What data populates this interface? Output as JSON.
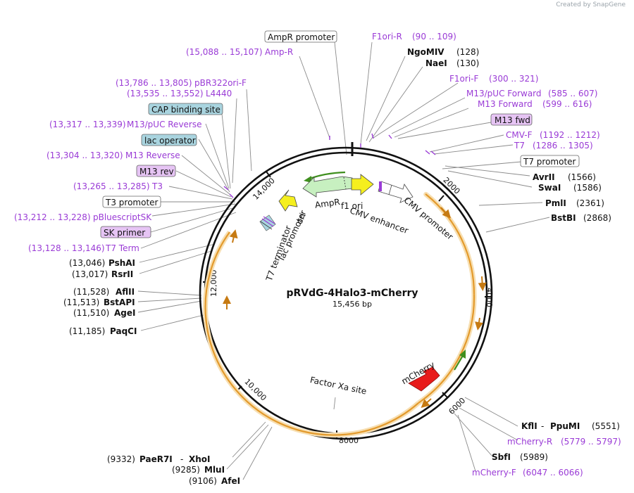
{
  "credit": "Created by SnapGene",
  "plasmid": {
    "name": "pRVdG-4Halo3-mCherry",
    "size": "15,456 bp"
  },
  "scale_ticks": [
    "2000",
    "4000",
    "6000",
    "8000",
    "10,000",
    "12,000",
    "14,000"
  ],
  "inner_labels": {
    "ampr": "AmpR",
    "ori": "ori",
    "f1_ori": "f1 ori",
    "cmv_enhancer": "CMV enhancer",
    "cmv_promoter": "CMV promoter",
    "lac_promoter": "lac promoter",
    "t7_terminator": "T7 terminator",
    "mcherry": "mCherry",
    "factor_xa": "Factor Xa site"
  },
  "left_labels": [
    {
      "name": "Amp-R",
      "pos": "(15,088 .. 15,107)",
      "kind": "feature"
    },
    {
      "name": "pBR322ori-F",
      "pos": "(13,786 .. 13,805)",
      "kind": "feature"
    },
    {
      "name": "L4440",
      "pos": "(13,535 .. 13,552)",
      "kind": "feature"
    },
    {
      "name": "CAP binding site",
      "pos": "",
      "kind": "box-blue"
    },
    {
      "name": "M13/pUC Reverse",
      "pos": "(13,317 .. 13,339)",
      "kind": "feature"
    },
    {
      "name": "lac operator",
      "pos": "",
      "kind": "box-blue"
    },
    {
      "name": "M13 Reverse",
      "pos": "(13,304 .. 13,320)",
      "kind": "feature"
    },
    {
      "name": "M13 rev",
      "pos": "",
      "kind": "box-purple"
    },
    {
      "name": "T3",
      "pos": "(13,265 .. 13,285)",
      "kind": "feature"
    },
    {
      "name": "T3 promoter",
      "pos": "",
      "kind": "box-white"
    },
    {
      "name": "pBluescriptSK",
      "pos": "(13,212 .. 13,228)",
      "kind": "feature"
    },
    {
      "name": "SK primer",
      "pos": "",
      "kind": "box-purple"
    },
    {
      "name": "T7 Term",
      "pos": "(13,128 .. 13,146)",
      "kind": "feature"
    },
    {
      "name": "PshAI",
      "pos": "(13,046)",
      "kind": "enzyme"
    },
    {
      "name": "RsrII",
      "pos": "(13,017)",
      "kind": "enzyme"
    },
    {
      "name": "AflII",
      "pos": "(11,528)",
      "kind": "enzyme"
    },
    {
      "name": "BstAPI",
      "pos": "(11,513)",
      "kind": "enzyme"
    },
    {
      "name": "AgeI",
      "pos": "(11,510)",
      "kind": "enzyme"
    },
    {
      "name": "PaqCI",
      "pos": "(11,185)",
      "kind": "enzyme"
    },
    {
      "name": "PaeR7I",
      "pos": "(9332)",
      "kind": "enzyme"
    },
    {
      "name": "XhoI",
      "pos": "",
      "kind": "enzyme"
    },
    {
      "name": "MluI",
      "pos": "(9285)",
      "kind": "enzyme"
    },
    {
      "name": "AfeI",
      "pos": "(9106)",
      "kind": "enzyme"
    }
  ],
  "right_labels": [
    {
      "name": "AmpR promoter",
      "pos": "",
      "kind": "box-white"
    },
    {
      "name": "F1ori-R",
      "pos": "(90 .. 109)",
      "kind": "feature"
    },
    {
      "name": "NgoMIV",
      "pos": "(128)",
      "kind": "enzyme"
    },
    {
      "name": "NaeI",
      "pos": "(130)",
      "kind": "enzyme"
    },
    {
      "name": "F1ori-F",
      "pos": "(300 .. 321)",
      "kind": "feature"
    },
    {
      "name": "M13/pUC Forward",
      "pos": "(585 .. 607)",
      "kind": "feature"
    },
    {
      "name": "M13 Forward",
      "pos": "(599 .. 616)",
      "kind": "feature"
    },
    {
      "name": "M13 fwd",
      "pos": "",
      "kind": "box-purple"
    },
    {
      "name": "CMV-F",
      "pos": "(1192 .. 1212)",
      "kind": "feature"
    },
    {
      "name": "T7",
      "pos": "(1286 .. 1305)",
      "kind": "feature"
    },
    {
      "name": "T7 promoter",
      "pos": "",
      "kind": "box-white"
    },
    {
      "name": "AvrII",
      "pos": "(1566)",
      "kind": "enzyme"
    },
    {
      "name": "SwaI",
      "pos": "(1586)",
      "kind": "enzyme"
    },
    {
      "name": "PmlI",
      "pos": "(2361)",
      "kind": "enzyme"
    },
    {
      "name": "BstBI",
      "pos": "(2868)",
      "kind": "enzyme"
    },
    {
      "name": "KflI",
      "pos": "",
      "kind": "enzyme"
    },
    {
      "name": "PpuMI",
      "pos": "(5551)",
      "kind": "enzyme"
    },
    {
      "name": "mCherry-R",
      "pos": "(5779 .. 5797)",
      "kind": "feature"
    },
    {
      "name": "SbfI",
      "pos": "(5989)",
      "kind": "enzyme"
    },
    {
      "name": "mCherry-F",
      "pos": "(6047 .. 6066)",
      "kind": "feature"
    }
  ],
  "colors": {
    "feature_text": "#9a3bd6",
    "enzyme_text": "#111111",
    "orange_arc": "#e39a2c",
    "orange_glow": "#f7dfb2",
    "ampr_fill": "#c7f0c0",
    "yellow": "#f5ef1e",
    "red": "#e81b1b",
    "green_arrow": "#3f8f1e",
    "box_blue": "#a9d4df",
    "box_purple": "#e6c4f4"
  }
}
